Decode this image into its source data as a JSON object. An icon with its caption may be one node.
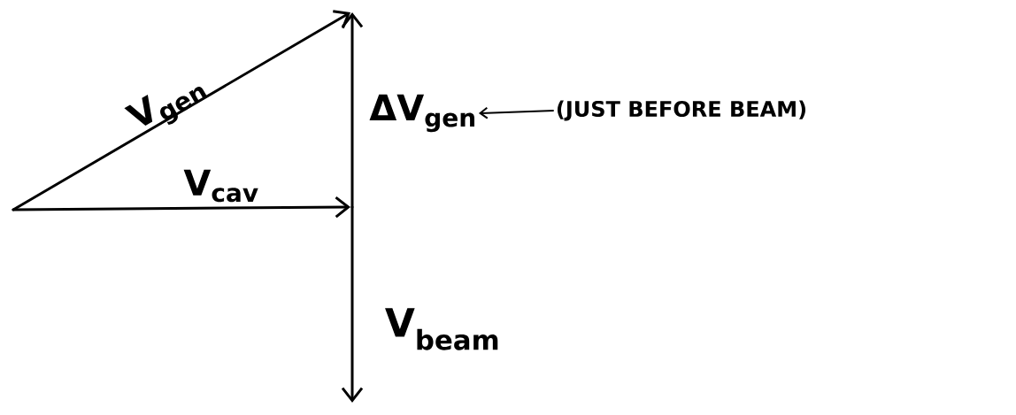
{
  "diagram": {
    "nodes": [
      {
        "text": [
          "ΔV$_{gen}$"
        ]
      },
      {
        "text": [
          "(JUST BEFORE BEAM)"
        ]
      }
    ],
    "edges": [
      {
        "from": 1,
        "to": 0,
        "arrow": "to"
      }
    ],
    "labels": [
      "V$_{gen}$",
      "V$_{cav}$",
      "V$_{beam}$"
    ]
  }
}
